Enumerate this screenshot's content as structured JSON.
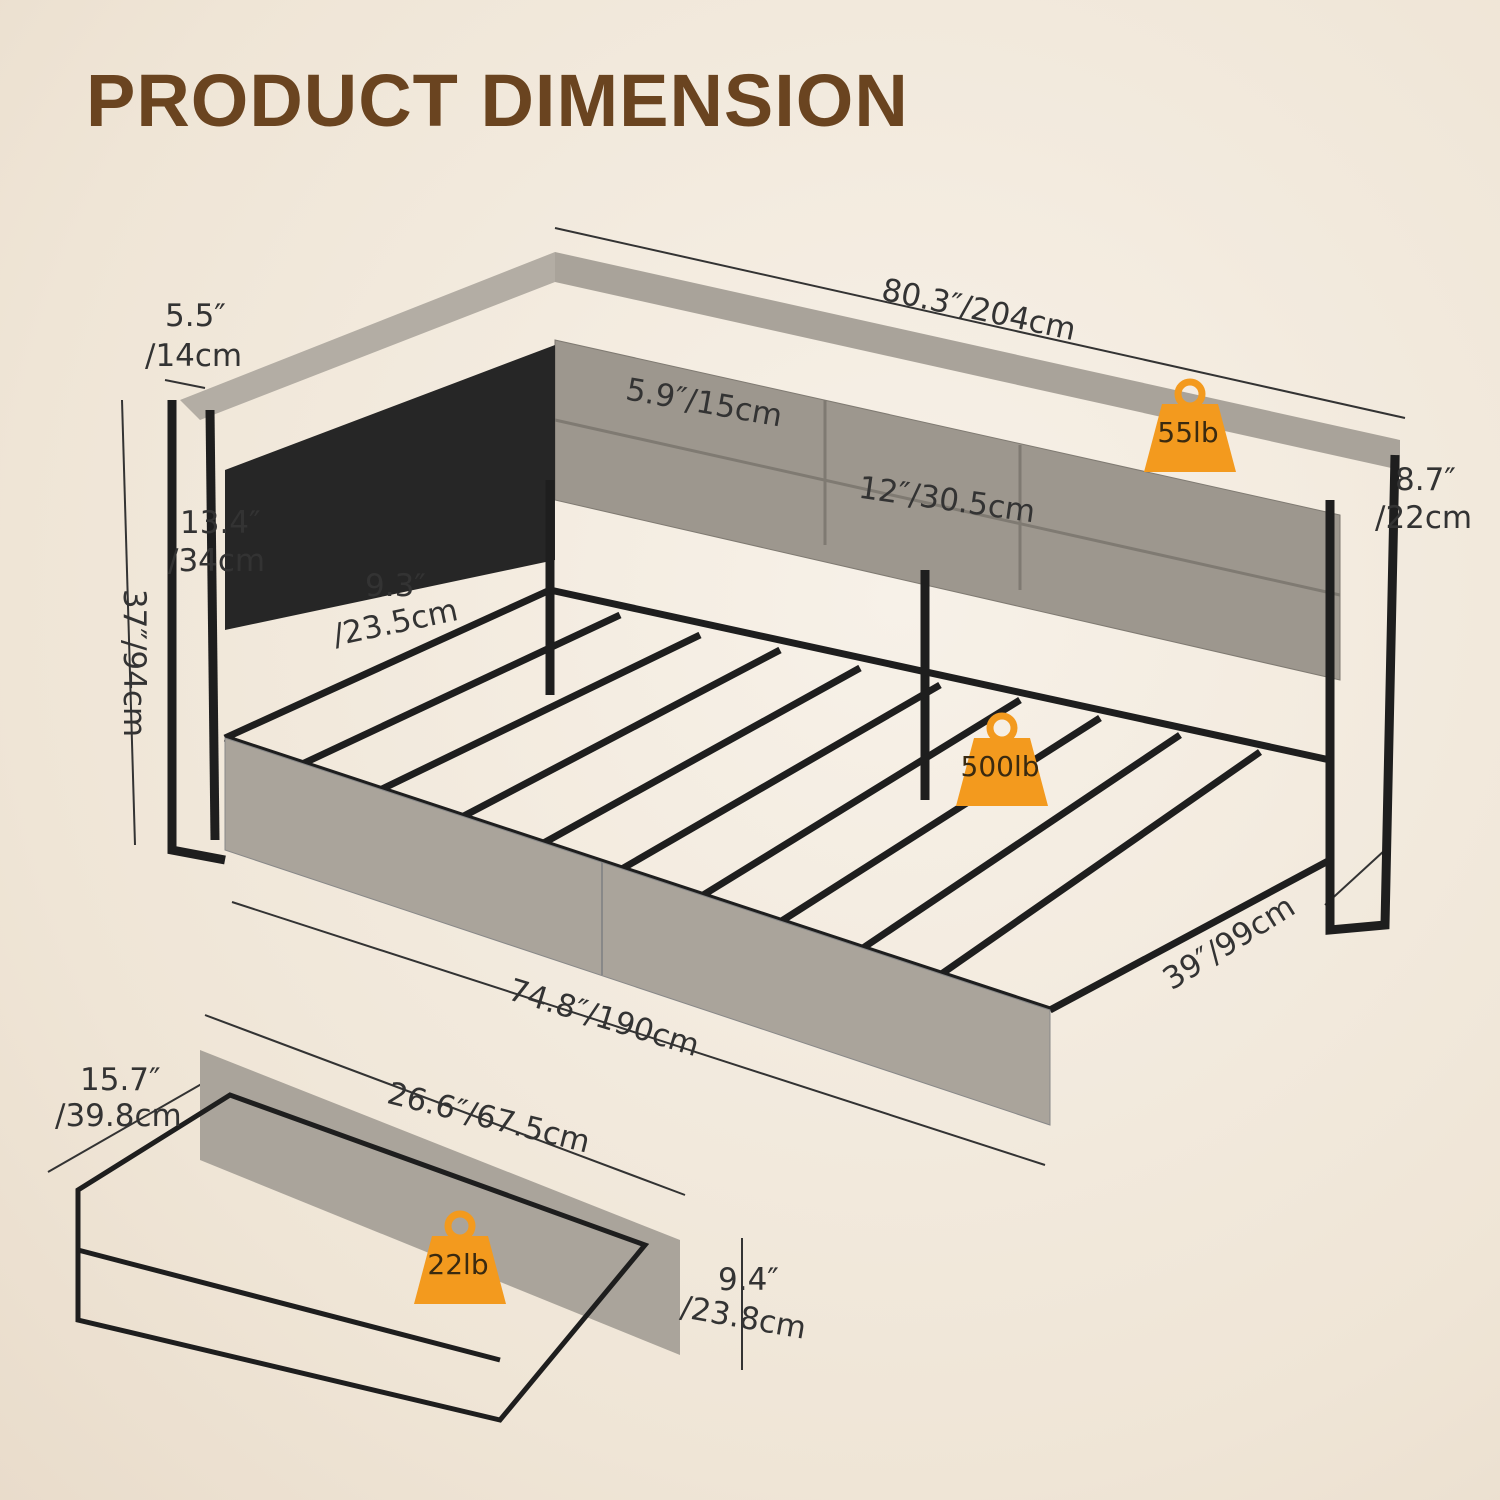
{
  "title": "PRODUCT DIMENSION",
  "colors": {
    "title": "#6a4420",
    "weight_badge": "#f39a1e",
    "wood": "#a9a39a",
    "metal": "#1e1e1e"
  },
  "dimensions": {
    "total_length": "80.3″/204cm",
    "headboard_depth_in": "5.5″",
    "headboard_depth_cm": "/14cm",
    "shelf_height": "5.9″/15cm",
    "cubby_height": "12″/30.5cm",
    "side_shelf_in": "8.7″",
    "side_shelf_cm": "/22cm",
    "cushion_height_in": "13.4″",
    "cushion_height_cm": "/34cm",
    "total_height": "37″/94cm",
    "clearance_in": "9.3″",
    "clearance_cm": "/23.5cm",
    "width": "39″/99cm",
    "bed_length": "74.8″/190cm",
    "drawer_depth_in": "15.7″",
    "drawer_depth_cm": "/39.8cm",
    "drawer_length": "26.6″/67.5cm",
    "drawer_height_in": "9.4″",
    "drawer_height_cm": "/23.8cm"
  },
  "weights": {
    "shelf": "55lb",
    "bed": "500lb",
    "drawer": "22lb"
  }
}
